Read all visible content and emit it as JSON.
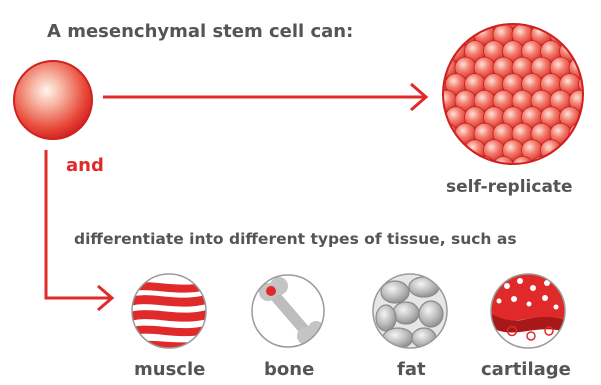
{
  "diagram": {
    "title": "A mesenchymal stem cell can:",
    "connector_text": "and",
    "self_replicate_label": "self-replicate",
    "differentiate_text": "differentiate into different types of tissue, such as",
    "tissues": [
      {
        "label": "muscle",
        "icon": "muscle-tissue-icon"
      },
      {
        "label": "bone",
        "icon": "bone-tissue-icon"
      },
      {
        "label": "fat",
        "icon": "fat-tissue-icon"
      },
      {
        "label": "cartilage",
        "icon": "cartilage-tissue-icon"
      }
    ],
    "colors": {
      "arrow_red": "#e02a2a",
      "text_gray": "#555555",
      "outline_gray": "#9a9a9a"
    }
  }
}
